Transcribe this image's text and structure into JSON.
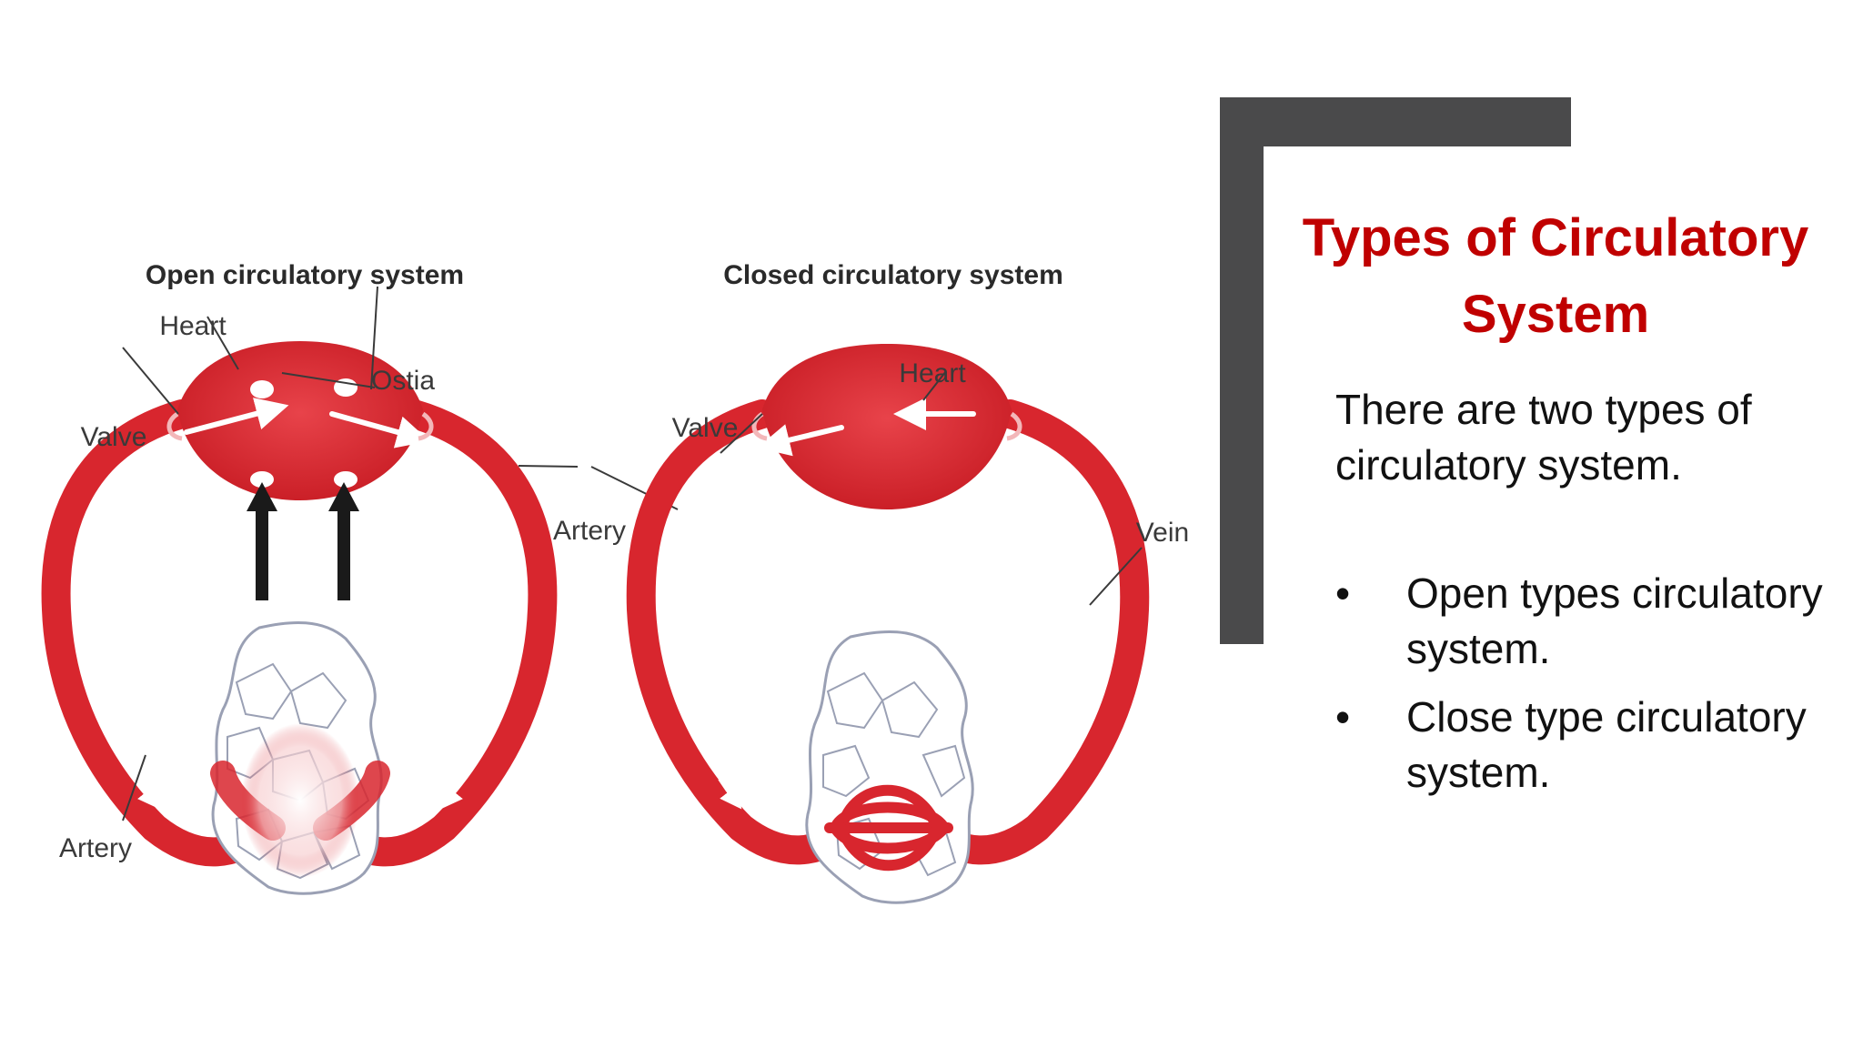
{
  "slide": {
    "title": "Types of Circulatory System",
    "intro": "There are two types of circulatory system.",
    "bullets": [
      "Open types circulatory system.",
      "Close type circulatory system."
    ],
    "bullet_symbol": "•",
    "colors": {
      "title": "#c00000",
      "frame": "#4a4a4b",
      "vessel": "#d8262e",
      "vessel_dark": "#b01820",
      "tissue_outline": "#9aa0b4",
      "arrow_black": "#1a1a1a"
    }
  },
  "diagram": {
    "open": {
      "title": "Open circulatory system",
      "labels": {
        "heart": "Heart",
        "ostia": "Ostia",
        "valve": "Valve",
        "artery_shared": "Artery",
        "artery_lower": "Artery"
      }
    },
    "closed": {
      "title": "Closed circulatory system",
      "labels": {
        "heart": "Heart",
        "valve": "Valve",
        "vein": "Vein"
      }
    }
  }
}
